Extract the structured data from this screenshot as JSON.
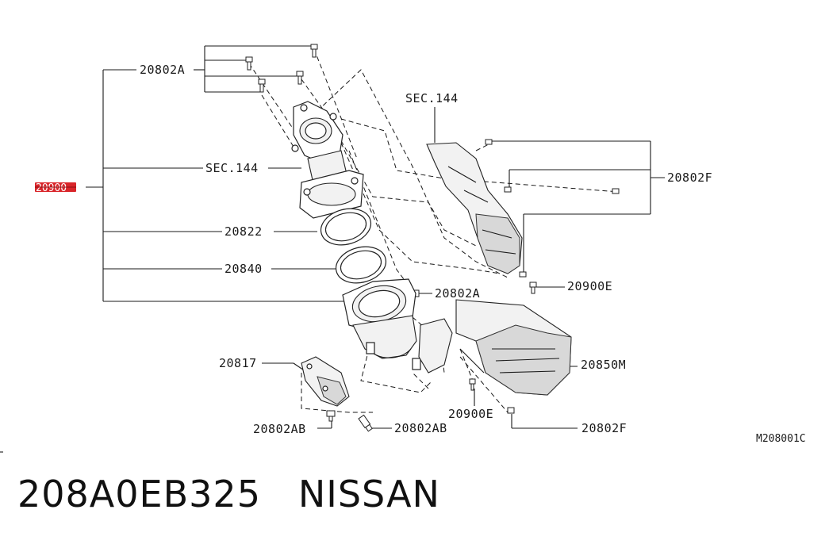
{
  "callouts": {
    "c1": "20802A",
    "c2": "SEC.144",
    "c3": "20822",
    "c4": "20840",
    "c5": "20802A",
    "c6": "20900E",
    "c7": "20817",
    "c8": "20802AB",
    "c9": "20802AB",
    "c10": "20900E",
    "c11": "20850M",
    "c12": "20802F",
    "c13": "SEC.144",
    "c14": "20802F",
    "c15": "20900"
  },
  "highlight_color": "#d9252a",
  "diagram_code": "M208001C",
  "caption": {
    "part_number": "208A0EB325",
    "brand": "NISSAN"
  }
}
